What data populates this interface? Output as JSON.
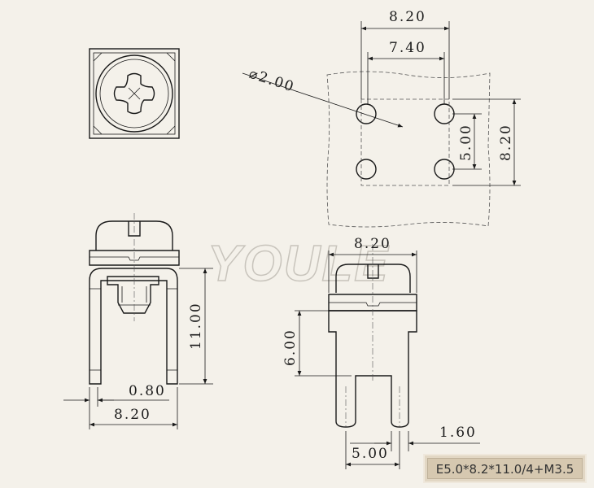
{
  "watermark": "YOULE",
  "footprint": {
    "width_outer": "8.20",
    "width_inner": "7.40",
    "hole_diameter": "⌀2.00",
    "height_inner": "5.00",
    "height_outer": "8.20"
  },
  "side_view": {
    "height": "11.00",
    "thickness": "0.80",
    "width": "8.20"
  },
  "front_view": {
    "width": "8.20",
    "body_height": "6.00",
    "pin_width": "1.60",
    "pin_pitch": "5.00"
  },
  "part_label": "E5.0*8.2*11.0/4+M3.5"
}
